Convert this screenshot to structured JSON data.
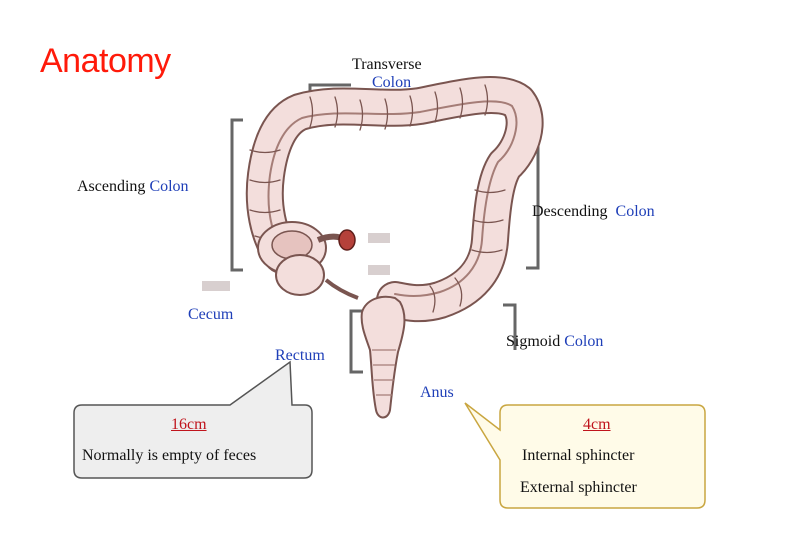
{
  "title": "Anatomy",
  "labels": {
    "transverse_1": "Transverse",
    "transverse_2": "Colon",
    "ascending_1": "Ascending",
    "ascending_2": "Colon",
    "descending_1": "Descending",
    "descending_2": "Colon",
    "cecum": "Cecum",
    "sigmoid_1": "Sigmoid",
    "sigmoid_2": "Colon",
    "rectum": "Rectum",
    "anus": "Anus"
  },
  "callout_rectum": {
    "length": "16cm",
    "note": "Normally is empty of feces"
  },
  "callout_anus": {
    "length": "4cm",
    "line1": "Internal sphincter",
    "line2": "External sphincter"
  },
  "colors": {
    "title": "#ff1a0a",
    "colon_word": "#1f3fb8",
    "intestine_fill": "#f3dedc",
    "intestine_stroke": "#7a5550",
    "callout_left_fill": "#eeeeee",
    "callout_right_fill": "#fffbe8",
    "callout_right_border": "#c9a640"
  }
}
